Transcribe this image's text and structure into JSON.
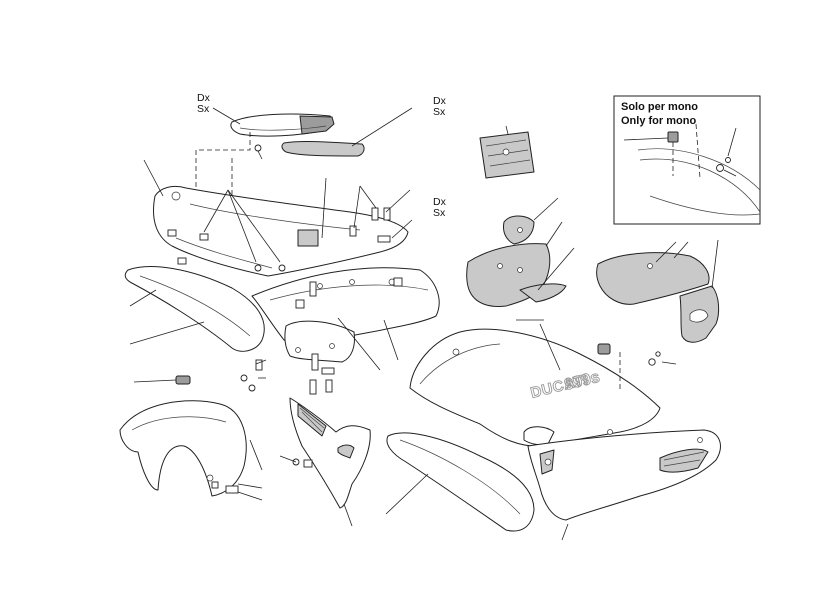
{
  "diagram": {
    "labels": {
      "dx_1": "Dx",
      "sx_1": "Sx",
      "dx_2": "Dx",
      "sx_2": "Sx",
      "dx_3": "Dx",
      "sx_3": "Sx"
    },
    "inset": {
      "title_line1": "Solo per mono",
      "title_line2": "Only for mono"
    },
    "fairing_decal": {
      "brand": "DUCATI",
      "model": "999s"
    }
  }
}
